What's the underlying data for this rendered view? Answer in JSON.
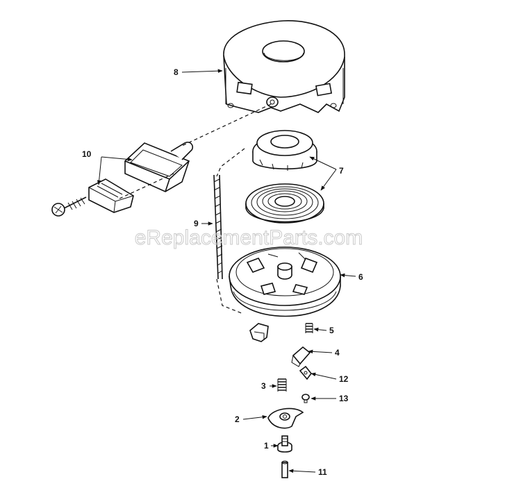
{
  "watermark": "eReplacementParts.com",
  "callouts": [
    {
      "id": "8",
      "label": "8"
    },
    {
      "id": "10",
      "label": "10"
    },
    {
      "id": "7",
      "label": "7"
    },
    {
      "id": "9",
      "label": "9"
    },
    {
      "id": "6",
      "label": "6"
    },
    {
      "id": "5",
      "label": "5"
    },
    {
      "id": "4",
      "label": "4"
    },
    {
      "id": "12",
      "label": "12"
    },
    {
      "id": "3",
      "label": "3"
    },
    {
      "id": "13",
      "label": "13"
    },
    {
      "id": "2",
      "label": "2"
    },
    {
      "id": "1",
      "label": "1"
    },
    {
      "id": "11",
      "label": "11"
    }
  ]
}
